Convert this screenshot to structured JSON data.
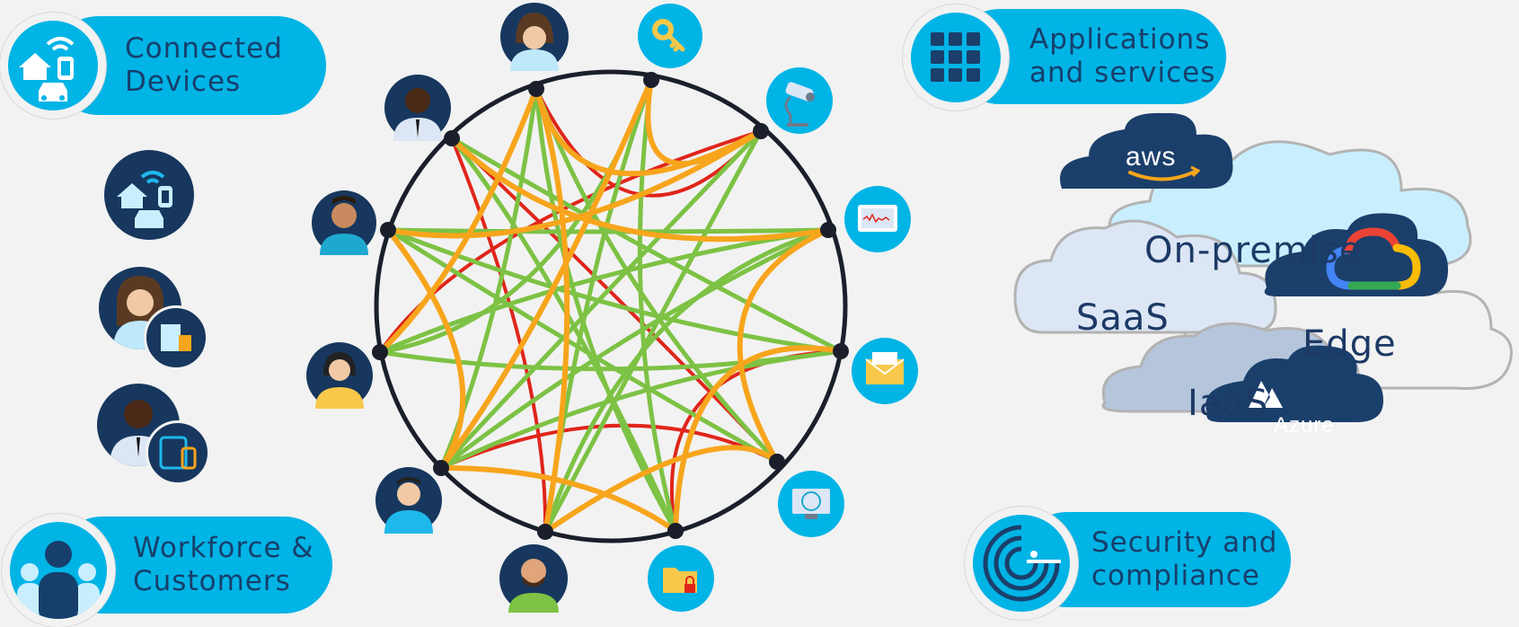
{
  "categories": {
    "connected_devices": "Connected\nDevices",
    "applications": "Applications\nand services",
    "workforce": "Workforce &\nCustomers",
    "security": "Security and\ncompliance"
  },
  "clouds": {
    "aws": "aws",
    "onprem": "On-premise",
    "saas": "SaaS",
    "edge": "Edge",
    "iaas": "IaaS",
    "azure": "Azure"
  },
  "icons": {
    "people": [
      "woman-avatar",
      "man-dark-avatar",
      "man-avatar",
      "woman-glasses-avatar",
      "man-glasses-avatar",
      "bearded-man-avatar"
    ],
    "resources": [
      "key-icon",
      "camera-icon",
      "monitor-chart-icon",
      "envelope-icon",
      "globe-monitor-icon",
      "locked-folder-icon"
    ]
  },
  "colors": {
    "pill": "#00b4e6",
    "navy": "#1b3f6b",
    "green": "#7dc244",
    "orange": "#f7a51c",
    "red": "#e0251b",
    "onprem": "#c9efff",
    "saas": "#dce6f5",
    "iaas": "#b5c6dc"
  }
}
